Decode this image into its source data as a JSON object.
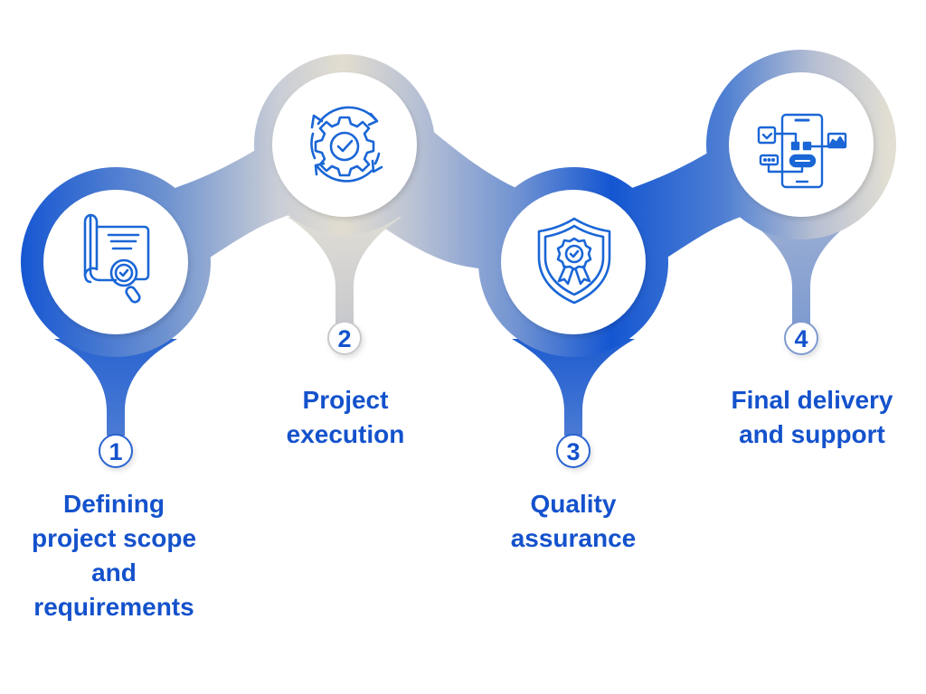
{
  "title": "Project workflow steps",
  "colors": {
    "text": "#1452cc",
    "icon_stroke": "#1a66d6",
    "blue_deep": "#1456d2",
    "blue_mid": "#5b86d2",
    "blue_soft": "#9fb3d6",
    "silver": "#cfd2d8",
    "cream": "#e3ded2"
  },
  "steps": [
    {
      "number": "1",
      "label": "Defining\nproject scope\nand\nrequirements",
      "icon": "document-search-check-icon"
    },
    {
      "number": "2",
      "label": "Project\nexecution",
      "icon": "gear-cycle-check-icon"
    },
    {
      "number": "3",
      "label": "Quality\nassurance",
      "icon": "shield-award-badge-icon"
    },
    {
      "number": "4",
      "label": "Final delivery\nand support",
      "icon": "mobile-app-wireframe-icon"
    }
  ]
}
